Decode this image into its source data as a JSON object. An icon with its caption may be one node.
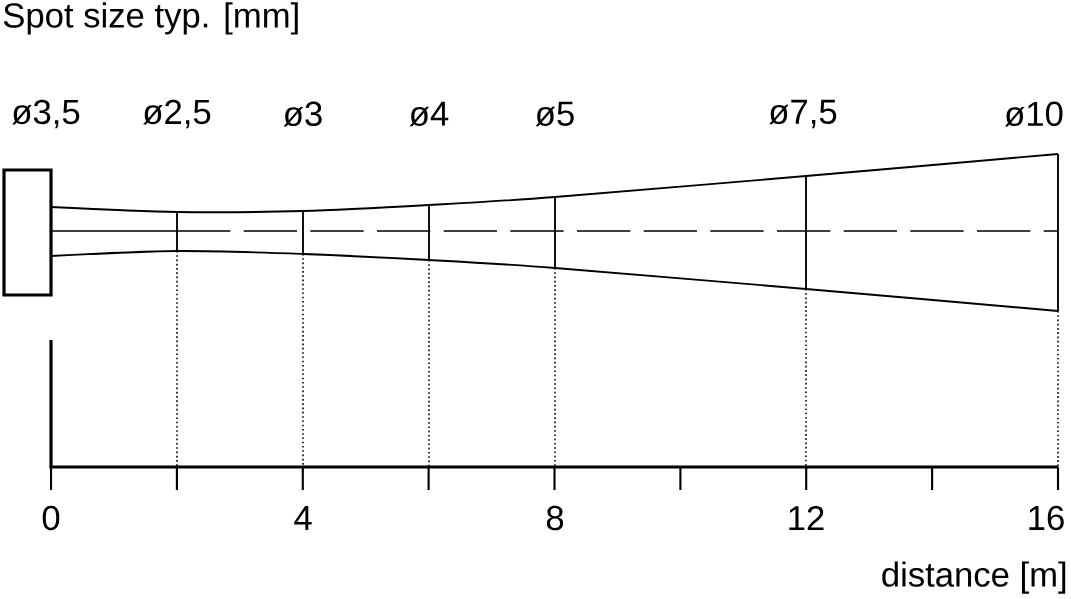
{
  "diagram": {
    "labels": [
      "Spot size typ. [mm]",
      "ø3,5",
      "ø2,5",
      "ø3",
      "ø4",
      "ø5",
      "ø7,5",
      "ø10",
      "0",
      "4",
      "8",
      "12",
      "16",
      "distance [m]"
    ]
  }
}
